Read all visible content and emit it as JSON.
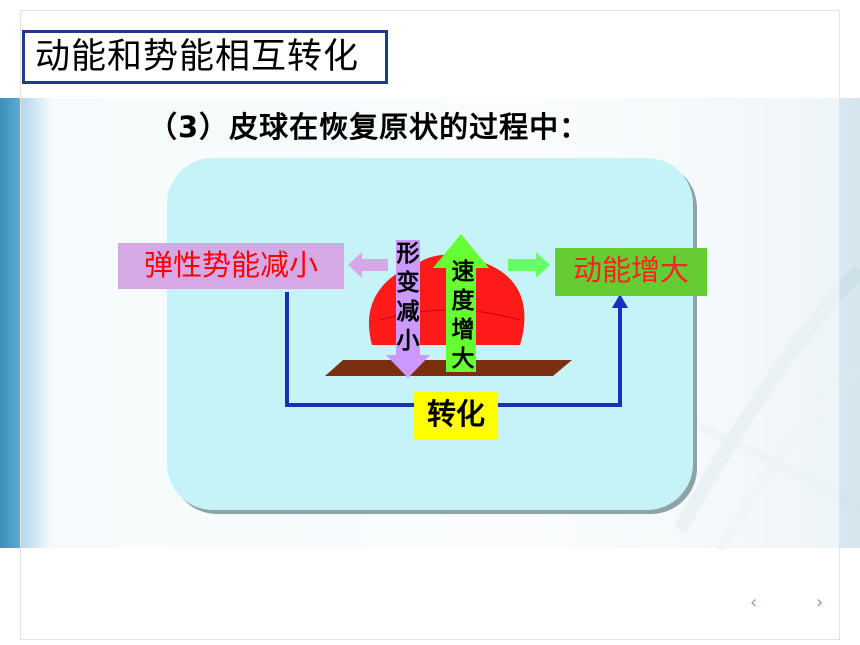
{
  "title": "动能和势能相互转化",
  "subtitle": "（3）皮球在恢复原状的过程中：",
  "diagram": {
    "elastic_label": "弹性势能减小",
    "kinetic_label": "动能增大",
    "convert_label": "转化",
    "deform_text": [
      "形",
      "变",
      "减",
      "小"
    ],
    "speed_text": [
      "速",
      "度",
      "增",
      "大"
    ]
  },
  "colors": {
    "title_border": "#1f3a8a",
    "card": "#c6f3f7",
    "ball": "#ff1a1a",
    "ground": "#7a3010",
    "deform_arrow": "#cc99ff",
    "speed_arrow": "#66ff33",
    "connector": "#1a2fc0"
  },
  "icons": {
    "prev": "chevron-left-icon",
    "next": "chevron-right-icon"
  },
  "nav": {
    "prev": "‹",
    "next": "›"
  }
}
